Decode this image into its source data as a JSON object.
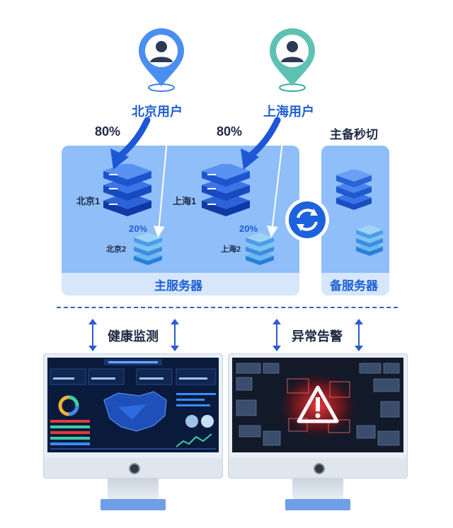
{
  "users": {
    "beijing": "北京用户",
    "shanghai": "上海用户"
  },
  "traffic": {
    "primary_pct_bj": "80%",
    "primary_pct_sh": "80%",
    "secondary_pct_bj": "20%",
    "secondary_pct_sh": "20%"
  },
  "servers": {
    "beijing1": "北京1",
    "beijing2": "北京2",
    "shanghai1": "上海1",
    "shanghai2": "上海2"
  },
  "panels": {
    "main_label": "主服务器",
    "backup_label": "备服务器",
    "failover_label": "主备秒切"
  },
  "monitoring": {
    "health_label": "健康监测",
    "alert_label": "异常告警"
  },
  "colors": {
    "label_blue": "#1f5fd0",
    "panel_blue": "#8fbef9",
    "panel_foot": "#d6e6fb",
    "alert_red": "#e0262b"
  }
}
